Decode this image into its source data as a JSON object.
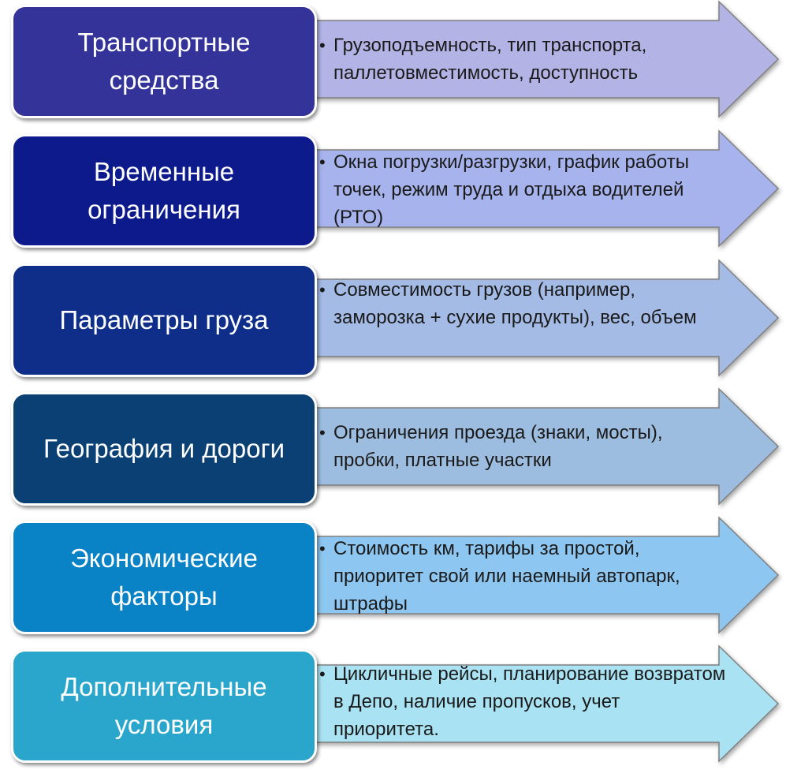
{
  "rows": [
    {
      "title": "Транспортные средства",
      "desc": "Грузоподъемность, тип транспорта, паллетовместимость, доступность",
      "box_color": "#333399",
      "arrow_color": "#b3b3e6"
    },
    {
      "title": "Временные ограничения",
      "desc": "Окна погрузки/разгрузки, график работы точек, режим труда и отдыха водителей (РТО)",
      "box_color": "#0d1a8c",
      "arrow_color": "#a6b3ec"
    },
    {
      "title": "Параметры груза",
      "desc": "Совместимость грузов (например, заморозка + сухие продукты), вес, объем",
      "box_color": "#0e2e8a",
      "arrow_color": "#a4bbe6"
    },
    {
      "title": "География и дороги",
      "desc": "Ограничения проезда (знаки, мосты), пробки, платные участки",
      "box_color": "#0b4075",
      "arrow_color": "#9dbde0"
    },
    {
      "title": "Экономические факторы",
      "desc": "Стоимость км, тарифы за простой, приоритет свой или наемный автопарк, штрафы",
      "box_color": "#0a82c6",
      "arrow_color": "#8dc6f0"
    },
    {
      "title": "Дополнительные условия",
      "desc": "Цикличные рейсы, планирование возвратом в Депо, наличие пропусков, учет приоритета.",
      "box_color": "#2aa6cc",
      "arrow_color": "#a9e2f2"
    }
  ],
  "bullet": "•",
  "colors": {
    "box_border": "#ffffff",
    "arrow_border": "#808080",
    "desc_text": "#1a1a1a",
    "title_text": "#ffffff"
  }
}
